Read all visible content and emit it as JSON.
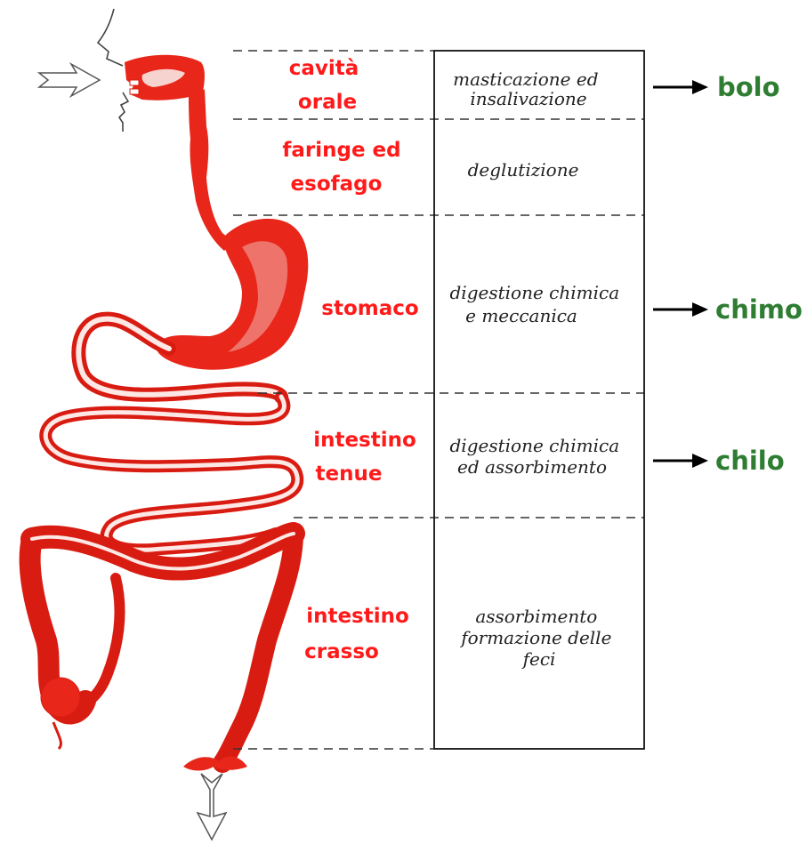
{
  "organs": [
    {
      "key": "oral",
      "lines": [
        "cavità",
        "orale"
      ]
    },
    {
      "key": "pharynx",
      "lines": [
        "faringe ed",
        "esofago"
      ]
    },
    {
      "key": "stomach",
      "lines": [
        "stomaco"
      ]
    },
    {
      "key": "small_int",
      "lines": [
        "intestino",
        "tenue"
      ]
    },
    {
      "key": "large_int",
      "lines": [
        "intestino",
        "crasso"
      ]
    }
  ],
  "functions": [
    {
      "key": "oral",
      "lines": [
        "masticazione ed",
        "insalivazione"
      ]
    },
    {
      "key": "pharynx",
      "lines": [
        "deglutizione"
      ]
    },
    {
      "key": "stomach",
      "lines": [
        "digestione chimica",
        "e meccanica"
      ]
    },
    {
      "key": "small_int",
      "lines": [
        "digestione chimica",
        "ed assorbimento"
      ]
    },
    {
      "key": "large_int",
      "lines": [
        "assorbimento",
        "formazione delle",
        "feci"
      ]
    }
  ],
  "products": [
    {
      "key": "oral",
      "label": "bolo"
    },
    {
      "key": "stomach",
      "label": "chimo"
    },
    {
      "key": "small_int",
      "label": "chilo"
    }
  ],
  "colors": {
    "organ_label": "#ff1a1a",
    "product_label": "#2e7d32",
    "tract": "#e8261a"
  }
}
